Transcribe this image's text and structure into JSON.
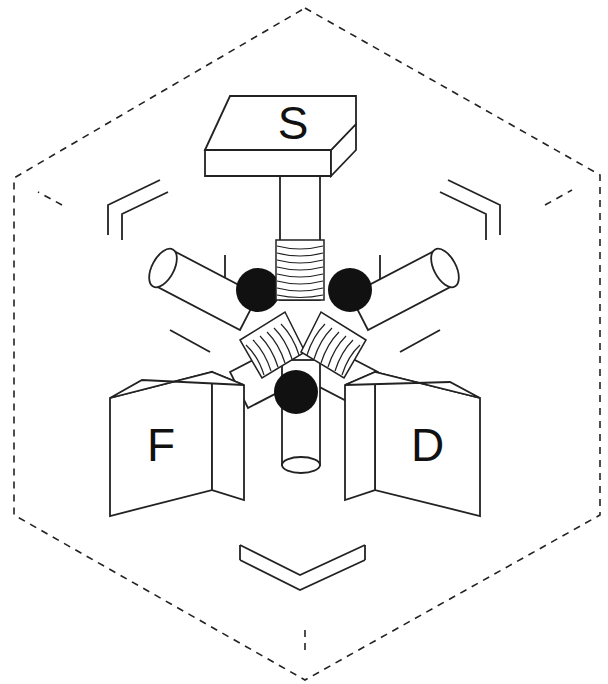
{
  "diagram": {
    "nodes": [
      {
        "text": [
          "S"
        ]
      },
      {
        "text": [
          "F"
        ]
      },
      {
        "text": [
          "D"
        ]
      }
    ]
  }
}
